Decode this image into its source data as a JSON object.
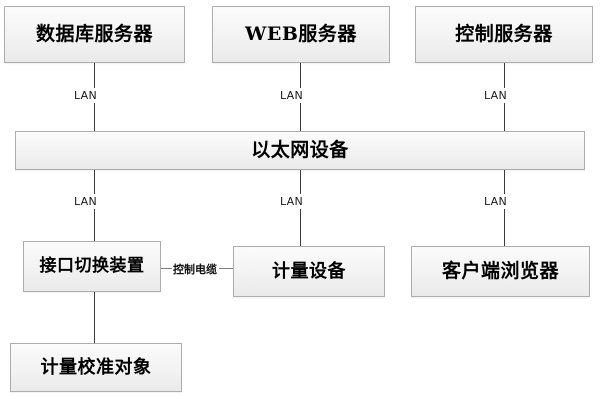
{
  "diagram": {
    "type": "network-topology",
    "title": "",
    "background": "#ffffff",
    "box_fill": "#f2f2f2",
    "box_border": "#adadad",
    "line_color": "#3b3b3b",
    "nodes": [
      {
        "id": "db-server",
        "label": "数据库服务器"
      },
      {
        "id": "web-server",
        "label": "WEB服务器"
      },
      {
        "id": "control-server",
        "label": "控制服务器"
      },
      {
        "id": "ethernet-device",
        "label": "以太网设备"
      },
      {
        "id": "interface-switch",
        "label": "接口切换装置"
      },
      {
        "id": "metering-device",
        "label": "计量设备"
      },
      {
        "id": "client-browser",
        "label": "客户端浏览器"
      },
      {
        "id": "calibration-object",
        "label": "计量校准对象"
      }
    ],
    "connector_labels": {
      "lan": "LAN",
      "control_cable": "控制电缆"
    },
    "links": [
      {
        "from": "db-server",
        "to": "ethernet-device",
        "label": "LAN"
      },
      {
        "from": "web-server",
        "to": "ethernet-device",
        "label": "LAN"
      },
      {
        "from": "control-server",
        "to": "ethernet-device",
        "label": "LAN"
      },
      {
        "from": "ethernet-device",
        "to": "interface-switch",
        "label": "LAN"
      },
      {
        "from": "ethernet-device",
        "to": "metering-device",
        "label": "LAN"
      },
      {
        "from": "ethernet-device",
        "to": "client-browser",
        "label": "LAN"
      },
      {
        "from": "interface-switch",
        "to": "metering-device",
        "label": "控制电缆"
      },
      {
        "from": "interface-switch",
        "to": "calibration-object",
        "label": ""
      }
    ]
  }
}
